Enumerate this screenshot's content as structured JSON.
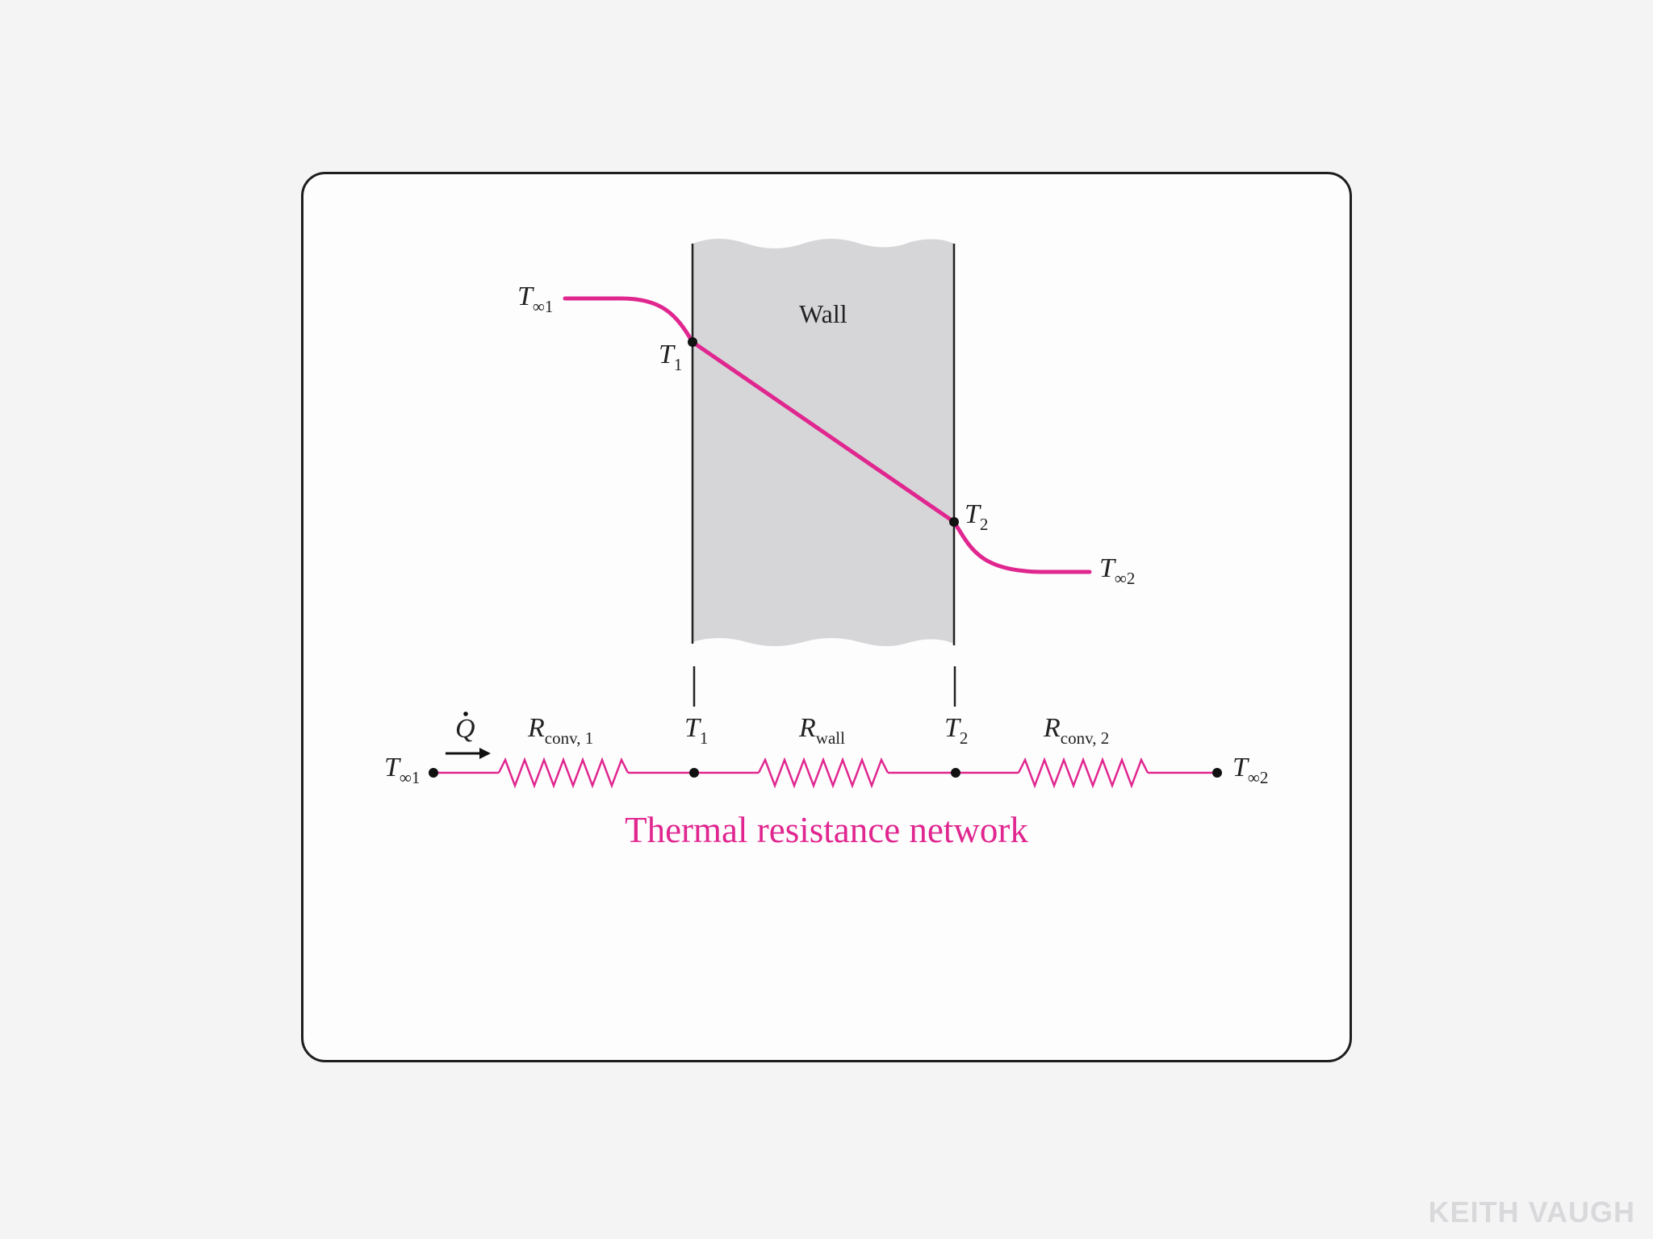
{
  "diagram": {
    "wall_label": "Wall",
    "caption": "Thermal resistance network",
    "profile_labels": {
      "t_inf_1": {
        "main": "T",
        "sub": "∞1"
      },
      "t_1": {
        "main": "T",
        "sub": "1"
      },
      "t_2": {
        "main": "T",
        "sub": "2"
      },
      "t_inf_2": {
        "main": "T",
        "sub": "∞2"
      }
    },
    "network_labels": {
      "t_inf_1": {
        "main": "T",
        "sub": "∞1"
      },
      "q_dot": "Q",
      "r_conv_1": {
        "main": "R",
        "sub": "conv, 1"
      },
      "t_1": {
        "main": "T",
        "sub": "1"
      },
      "r_wall": {
        "main": "R",
        "sub": "wall"
      },
      "t_2": {
        "main": "T",
        "sub": "2"
      },
      "r_conv_2": {
        "main": "R",
        "sub": "conv, 2"
      },
      "t_inf_2": {
        "main": "T",
        "sub": "∞2"
      }
    },
    "colors": {
      "accent": "#e0268f",
      "wall_fill": "#d6d6d8",
      "line": "#222222"
    }
  },
  "watermark": "KEITH VAUGH"
}
